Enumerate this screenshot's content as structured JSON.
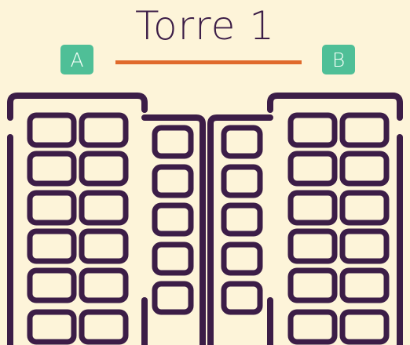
{
  "title": "Torre 1",
  "sections": [
    {
      "label": "A"
    },
    {
      "label": "B"
    }
  ],
  "colors": {
    "background": "#fdf4d9",
    "ink": "#3c1d47",
    "badge": "#4fbf97",
    "connector": "#e06a2c"
  },
  "icons": {
    "left_building": "apartment-building-icon",
    "right_building": "apartment-building-icon"
  }
}
